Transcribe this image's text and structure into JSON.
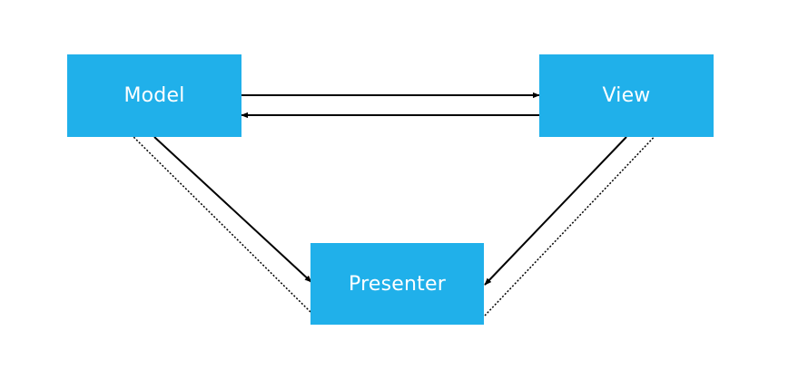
{
  "diagram": {
    "nodes": {
      "model": {
        "label": "Model"
      },
      "view": {
        "label": "View"
      },
      "presenter": {
        "label": "Presenter"
      }
    },
    "edges": [
      {
        "from": "model",
        "to": "view",
        "style": "solid"
      },
      {
        "from": "view",
        "to": "model",
        "style": "solid"
      },
      {
        "from": "model",
        "to": "presenter",
        "style": "solid"
      },
      {
        "from": "presenter",
        "to": "model",
        "style": "dotted"
      },
      {
        "from": "view",
        "to": "presenter",
        "style": "solid"
      },
      {
        "from": "presenter",
        "to": "view",
        "style": "dotted"
      }
    ]
  },
  "colors": {
    "node_fill": "#20b0ea",
    "node_text": "#ffffff",
    "edge": "#000000"
  }
}
